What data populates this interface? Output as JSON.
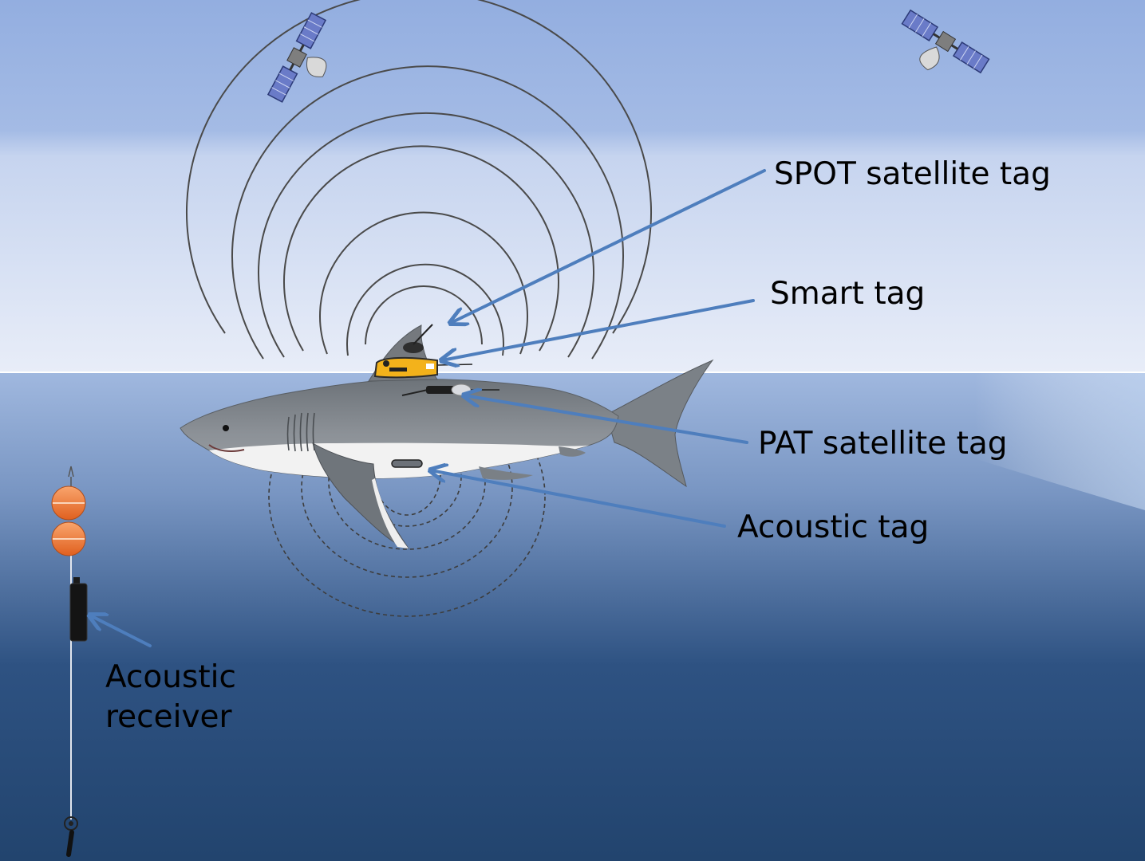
{
  "labels": {
    "spot_tag": "SPOT satellite tag",
    "smart_tag": "Smart tag",
    "pat_tag": "PAT satellite tag",
    "acoustic_tag": "Acoustic tag",
    "receiver_line1": "Acoustic",
    "receiver_line2": "receiver"
  },
  "colors": {
    "sky_top": "#97b2e2",
    "sky_bottom": "#e6ecf8",
    "sea_top": "#a3bce0",
    "sea_deep": "#23456f",
    "arrow": "#4e7ebd",
    "smart_tag_yellow": "#f3b21b",
    "buoy_orange": "#f37c3a",
    "shark_gray": "#7f858b",
    "shark_belly": "#f4f4f4"
  },
  "icons": {
    "satellite_left": "satellite-icon",
    "satellite_right": "satellite-icon",
    "buoy": "buoy-icon",
    "receiver": "acoustic-receiver-icon",
    "anchor": "anchor-icon"
  }
}
